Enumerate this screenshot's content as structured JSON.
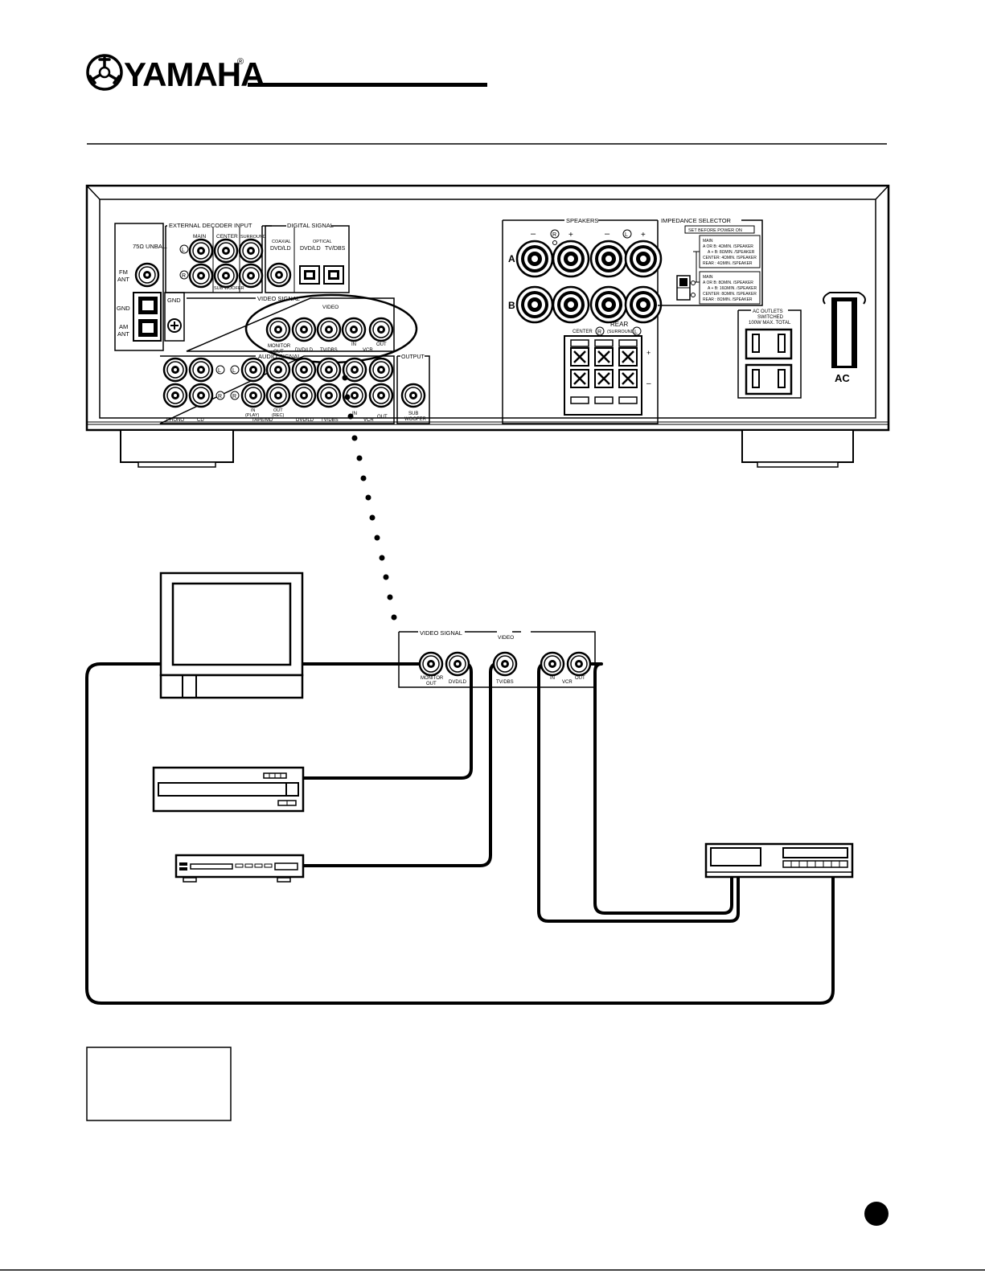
{
  "brand": {
    "name": "YAMAHA",
    "registered": "®"
  },
  "receiver": {
    "antenna": {
      "unbal": "75Ω UNBAL.",
      "fm": [
        "FM",
        "ANT"
      ],
      "gnd": "GND",
      "am": [
        "AM",
        "ANT"
      ],
      "gnd_screw": "GND"
    },
    "ext_decoder": {
      "title": "EXTERNAL DECODER INPUT",
      "main": "MAIN",
      "center": "CENTER",
      "surround": "SURROUND",
      "subwoofer": "SUB WOOFER",
      "left": "L",
      "right": "R"
    },
    "digital": {
      "title": "DIGITAL SIGNAL",
      "coaxial": "COAXIAL",
      "coaxial_src": "DVD/LD",
      "optical": "OPTICAL",
      "optical_1": "DVD/LD",
      "optical_2": "TV/DBS"
    },
    "video_signal": {
      "title": "VIDEO SIGNAL",
      "video": "VIDEO",
      "monitor": [
        "MONITOR",
        "OUT"
      ],
      "dvd": "DVD/LD",
      "tv": "TV/DBS",
      "in": "IN",
      "vcr": "VCR",
      "out": "OUT"
    },
    "audio_signal": {
      "title": "AUDIO SIGNAL",
      "phono": "PHONO",
      "cd": "CD",
      "tape_in": [
        "IN",
        "(PLAY)"
      ],
      "tape_out": [
        "OUT",
        "(REC)"
      ],
      "tape_md": "TAPE/MD",
      "dvd": "DVD/LD",
      "tv": "TV/DBS",
      "in": "IN",
      "vcr": "VCR",
      "out": "OUT",
      "left": "L",
      "right": "R"
    },
    "output": {
      "title": "OUTPUT",
      "sub": [
        "SUB",
        "WOOFER"
      ]
    },
    "speakers": {
      "title": "SPEAKERS",
      "minus": "–",
      "plus": "+",
      "right": "R",
      "left": "L",
      "a": "A",
      "b": "B",
      "rear": "REAR",
      "center": "CENTER",
      "surround": "(SURROUND)"
    },
    "impedance": {
      "title": "IMPEDANCE SELECTOR",
      "note": "SET BEFORE POWER ON",
      "box1": [
        "MAIN",
        "A OR B: 4ΩMIN. /SPEAKER",
        "A + B: 8ΩMIN. /SPEAKER",
        "CENTER: 4ΩMIN. /SPEAKER",
        "REAR : 4ΩMIN. /SPEAKER"
      ],
      "box2": [
        "MAIN",
        "A OR B: 8ΩMIN. /SPEAKER",
        "A + B: 16ΩMIN. /SPEAKER",
        "CENTER: 8ΩMIN. /SPEAKER",
        "REAR : 8ΩMIN. /SPEAKER"
      ]
    },
    "ac_outlets": [
      "AC OUTLETS",
      "SWITCHED",
      "100W MAX. TOTAL"
    ],
    "ac": "AC"
  },
  "zoom_panel": {
    "title": "VIDEO SIGNAL",
    "video": "VIDEO",
    "monitor": [
      "MONITOR",
      "OUT"
    ],
    "dvd": "DVD/LD",
    "tv": "TV/DBS",
    "in": "IN",
    "vcr": "VCR",
    "out": "OUT"
  }
}
